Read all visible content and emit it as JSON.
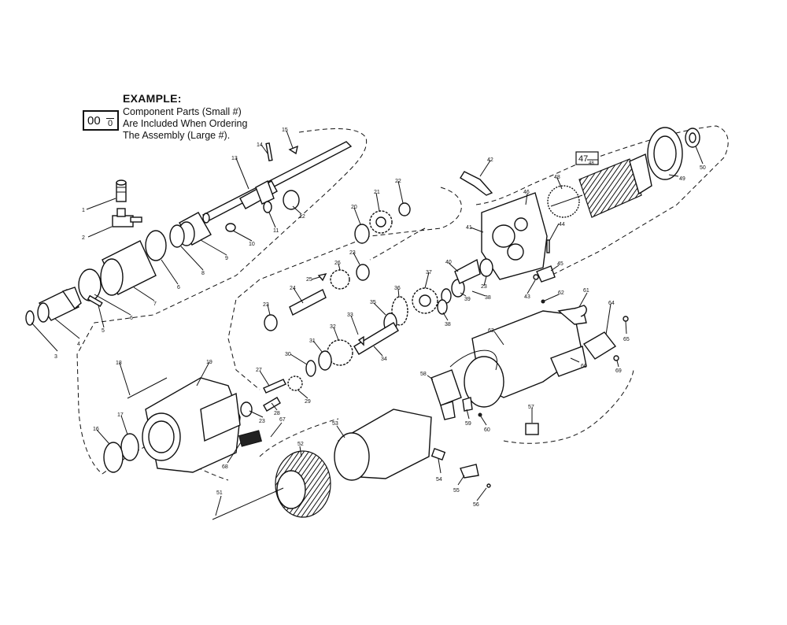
{
  "legend": {
    "title": "EXAMPLE:",
    "lines": [
      "Component Parts (Small #)",
      "Are Included When Ordering",
      "The Assembly (Large #)."
    ],
    "big_number": "00",
    "small_number": "0"
  },
  "assembly_ref": {
    "big": "47",
    "small": "48"
  },
  "callouts": [
    "1",
    "2",
    "3",
    "4",
    "5",
    "6",
    "6",
    "7",
    "8",
    "9",
    "10",
    "11",
    "12",
    "13",
    "14",
    "15",
    "16",
    "17",
    "18",
    "19",
    "20",
    "21",
    "22",
    "23",
    "23",
    "23",
    "23",
    "24",
    "25",
    "26",
    "27",
    "28",
    "29",
    "30",
    "31",
    "32",
    "33",
    "34",
    "35",
    "36",
    "37",
    "38",
    "38",
    "39",
    "40",
    "41",
    "42",
    "43",
    "44",
    "45",
    "46",
    "48",
    "49",
    "50",
    "51",
    "52",
    "53",
    "54",
    "55",
    "56",
    "57",
    "58",
    "59",
    "60",
    "61",
    "62",
    "63",
    "64",
    "65",
    "66",
    "67",
    "68",
    "69"
  ]
}
